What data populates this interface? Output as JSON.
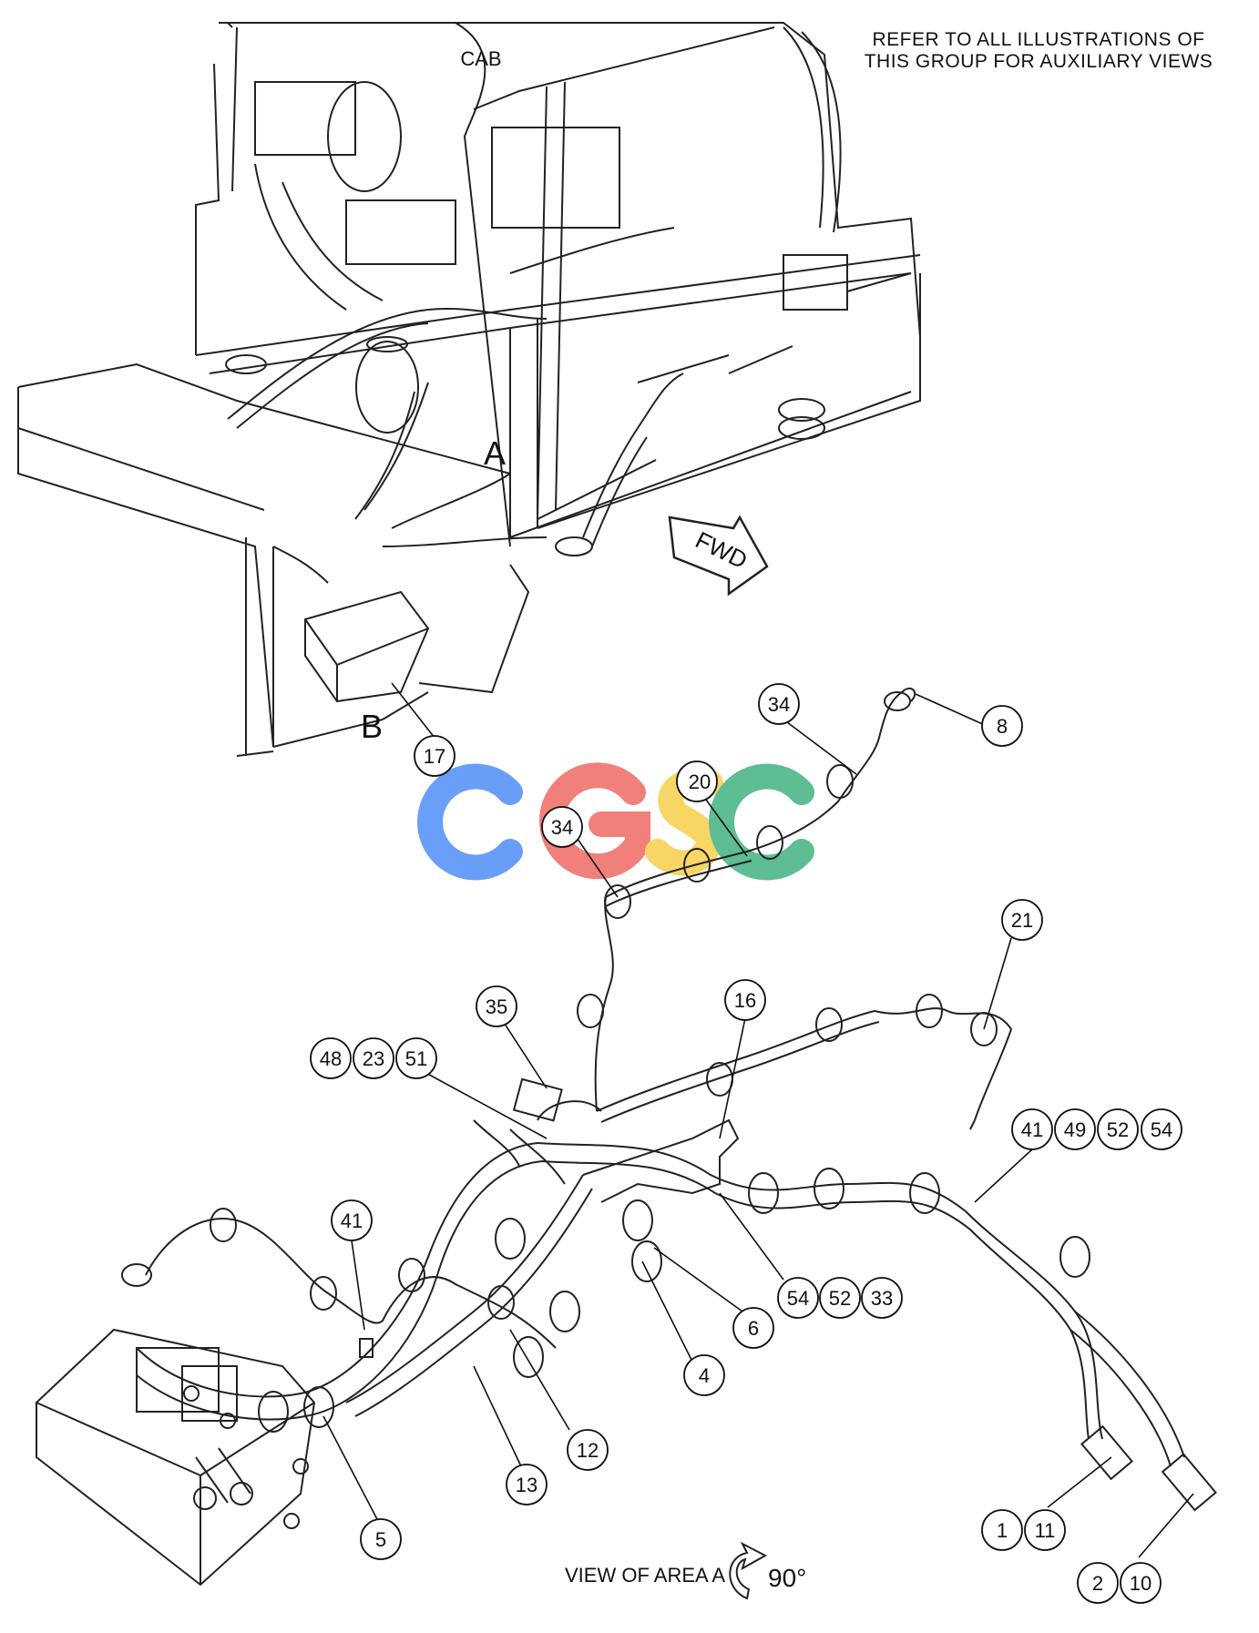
{
  "note": {
    "line1": "REFER TO ALL ILLUSTRATIONS OF",
    "line2": "THIS GROUP FOR AUXILIARY VIEWS"
  },
  "labels": {
    "cab": "CAB",
    "area_a": "A",
    "area_b": "B",
    "fwd": "FWD"
  },
  "view_caption": "VIEW OF AREA A",
  "rotation": "90°",
  "watermark": {
    "text": "CGSC",
    "colors": [
      "#4f8ef7",
      "#ef6b63",
      "#f7cf4b",
      "#43b27f"
    ]
  },
  "callouts": {
    "c17": "17",
    "c34a": "34",
    "c8": "8",
    "c20": "20",
    "c34b": "34",
    "c21": "21",
    "c35": "35",
    "c16": "16",
    "c48": "48",
    "c23": "23",
    "c51": "51",
    "c41a": "41",
    "c49": "49",
    "c52a": "52",
    "c54a": "54",
    "c41b": "41",
    "c54b": "54",
    "c52b": "52",
    "c33": "33",
    "c6": "6",
    "c4": "4",
    "c5": "5",
    "c12": "12",
    "c13": "13",
    "c1": "1",
    "c11": "11",
    "c2": "2",
    "c10": "10"
  }
}
